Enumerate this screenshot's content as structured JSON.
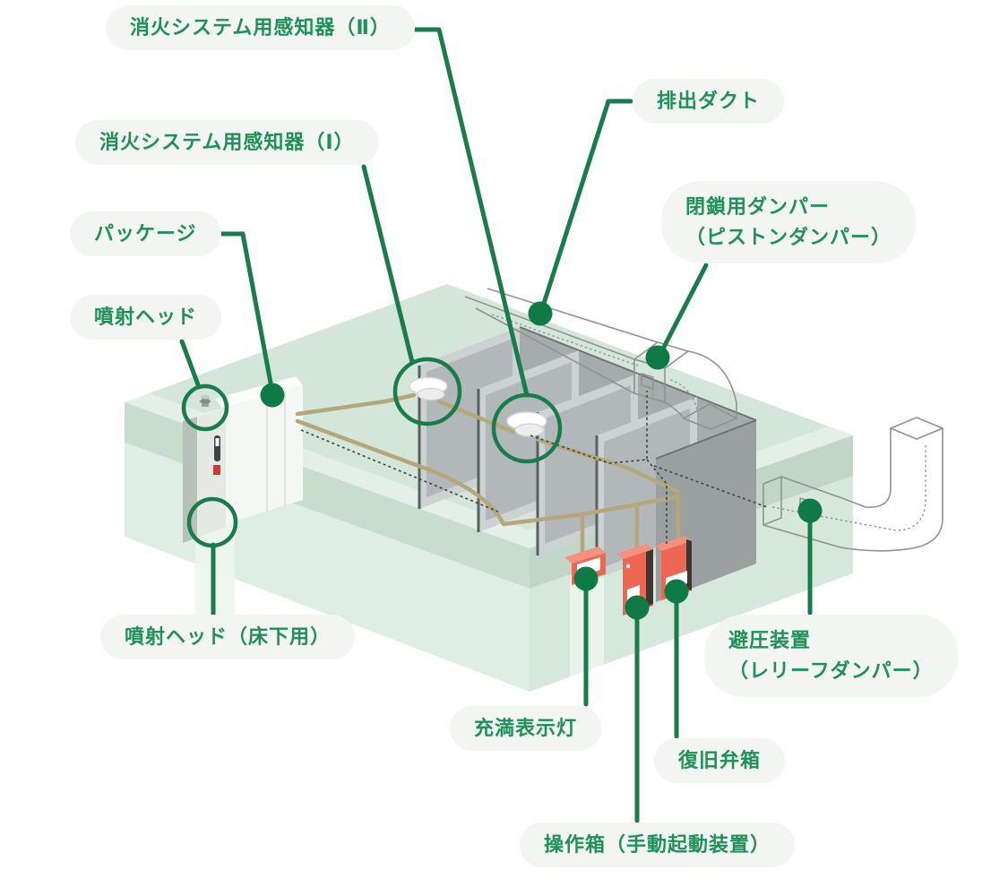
{
  "labels": {
    "sensor2": {
      "text": "消火システム用感知器（Ⅱ）"
    },
    "sensor1": {
      "text": "消火システム用感知器（Ⅰ）"
    },
    "package": {
      "text": "パッケージ"
    },
    "sprayHead": {
      "text": "噴射ヘッド"
    },
    "sprayHeadUnderfloor": {
      "text": "噴射ヘッド（床下用）"
    },
    "exhaustDuct": {
      "text": "排出ダクト"
    },
    "closingDamper": {
      "line1": "閉鎖用ダンパー",
      "line2": "（ピストンダンパー）"
    },
    "fillIndicator": {
      "text": "充満表示灯"
    },
    "recoveryValveBox": {
      "text": "復旧弁箱"
    },
    "operationBox": {
      "text": "操作箱（手動起動装置）"
    },
    "pressureRelief": {
      "line1": "避圧装置",
      "line2": "（レリーフダンパー）"
    }
  },
  "colors": {
    "labelText": "#1e9158",
    "leader": "#187c4b",
    "leaderDot": "#0e7a45",
    "pillBg": "#f2f5f2",
    "roomTop": "#d4e6d9",
    "roomTopBand": "#e3efe7",
    "roomFrontLeft": "#dfeee4",
    "roomFrontRight": "#d6e7db",
    "roomEdgeLeft": "#c9ddcf",
    "roomEdgeRight": "#c1d6c8",
    "rackTop": "#a6acab",
    "rackFrame": "#ccd2d2",
    "rackPanel": "#b2b8b9",
    "rackSide": "#9aa09f",
    "cabinetWhite": "#f5f7f5",
    "cabinetFront": "#e4e9e4",
    "cabinetSide": "#b8c0ba",
    "pipe": "#b3a77b",
    "wire": "#41463f",
    "ductLine": "#8f948f",
    "boxRed": "#ee6752",
    "boxRedTop": "#f4917e",
    "boxDark": "#3c3733",
    "nozzleYellow": "#d9c52f",
    "gaugeDark": "#3d4347",
    "gaugeRed": "#cd3b2e"
  }
}
